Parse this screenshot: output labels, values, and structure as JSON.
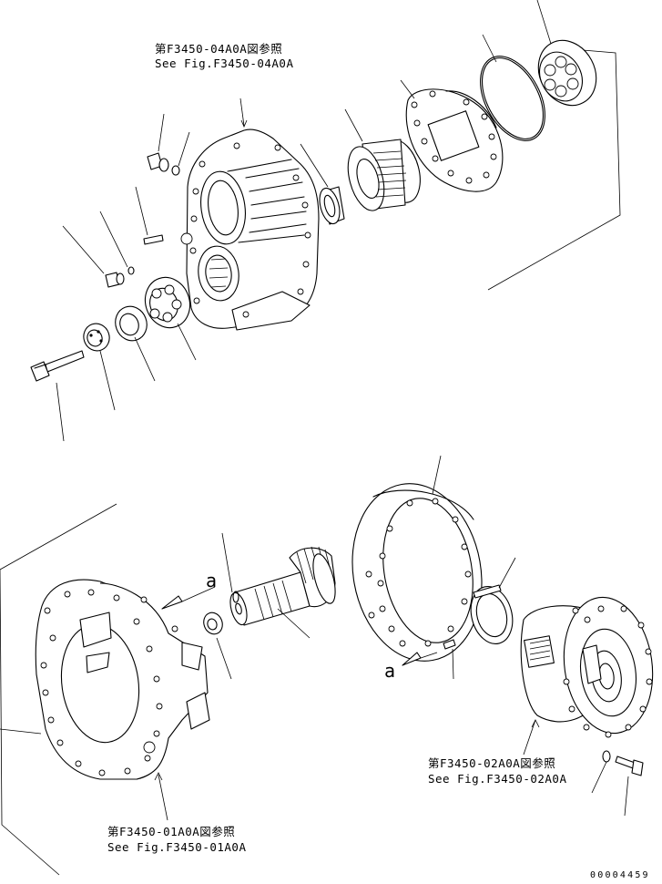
{
  "references": {
    "top": {
      "line1": "第F3450-04A0A図参照",
      "line2": "See Fig.F3450-04A0A"
    },
    "right": {
      "line1": "第F3450-02A0A図参照",
      "line2": "See Fig.F3450-02A0A"
    },
    "bottom": {
      "line1": "第F3450-01A0A図参照",
      "line2": "See Fig.F3450-01A0A"
    }
  },
  "markers": {
    "a_left": "a",
    "a_right": "a"
  },
  "document_number": "00004459"
}
